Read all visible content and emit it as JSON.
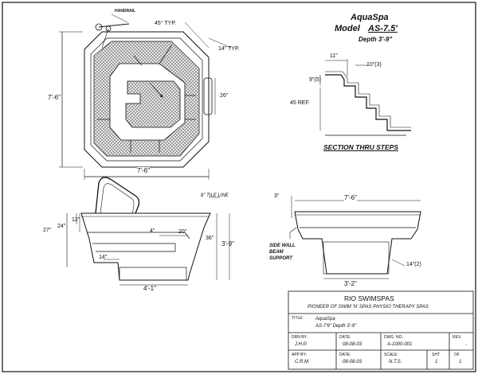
{
  "header": {
    "name": "AquaSpa",
    "model_label": "Model",
    "model_value": "AS-7.5'",
    "depth": "Depth 3'-9\""
  },
  "plan_view": {
    "handrail": "HANDRAIL",
    "angle": "45° TYP.",
    "corner_typ": "14\" TYP.",
    "side_height": "7'-6\"",
    "bottom_width": "7'-6\"",
    "niche": "26\""
  },
  "section_steps": {
    "title": "SECTION THRU STEPS",
    "d_11": "11\"",
    "d_10": "10\"(3)",
    "d_9": "9\"(5)",
    "d_45": "45 REF."
  },
  "side_elevation": {
    "tile_line": "8\" TILE LINE",
    "d_12": "12\"",
    "d_24": "24\"",
    "d_27": "27\"",
    "d_4": "4\"",
    "d_20": "20\"",
    "d_36": "36\"",
    "d_3_9": "3'-9\"",
    "d_14": "14\"",
    "d_4_1": "4'-1\""
  },
  "front_elevation": {
    "d_3": "3\"",
    "d_7_6": "7'-6\"",
    "side_wall_1": "SIDE WALL",
    "side_wall_2": "BEAM",
    "side_wall_3": "SUPPORT",
    "d_14_2": "14\"(2)",
    "d_3_2": "3'-2\""
  },
  "title_block": {
    "company": "RIO SWIMSPAS",
    "tagline": "PIONEER OF SWIM 'N' SPAS   PHYSIO THERAPY SPAS",
    "title_label": "TITLE:",
    "title_line1": "AquaSpa",
    "title_line2": "AS-7'6\"   Depth 3'-9\"",
    "drn_label": "DRN BY:",
    "drn_value": "J.H.P.",
    "date_label": "DATE:",
    "date_value_1": "08-08-03",
    "dwg_label": "DWG. NO.",
    "dwg_value": "A-1000-001",
    "rev_label": "REV.",
    "rev_value": "-",
    "app_label": "APP BY:",
    "app_value": "C.R.M.",
    "date_label_2": "DATE:",
    "date_value_2": "08-08-03",
    "scale_label": "SCALE:",
    "scale_value": "N.T.S.",
    "sht_label": "SHT",
    "sht_value": "1",
    "of_label": "OF",
    "of_value": "1"
  }
}
